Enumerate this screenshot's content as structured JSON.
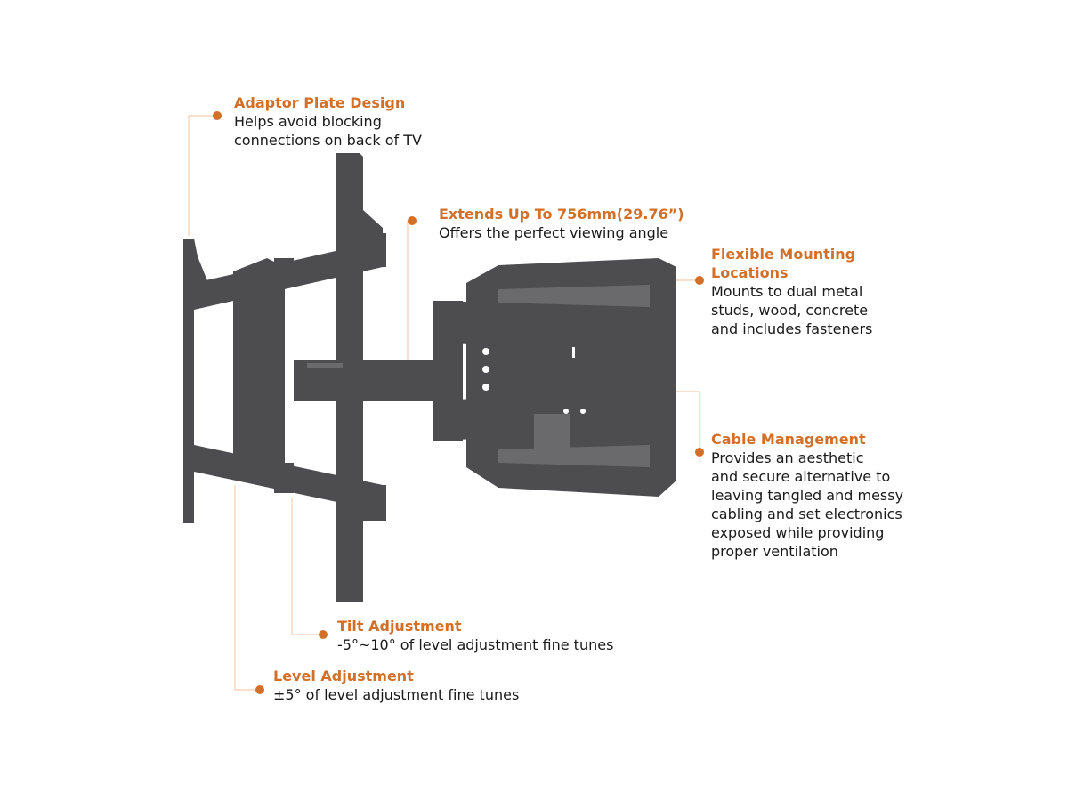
{
  "accent_color": "#d2702a",
  "callouts": [
    {
      "title": "Adaptor Plate Design",
      "desc": "Helps avoid blocking\nconnections on back of TV"
    },
    {
      "title": "Extends Up To 756mm(29.76”)",
      "desc": "Offers the perfect viewing angle"
    },
    {
      "title": "Flexible Mounting\nLocations",
      "desc": "Mounts to dual metal\nstuds, wood, concrete\nand includes fasteners"
    },
    {
      "title": "Cable Management",
      "desc": "Provides an aesthetic\nand secure alternative to\nleaving tangled and messy\ncabling and set electronics\nexposed while providing\nproper ventilation"
    },
    {
      "title": "Tilt Adjustment",
      "desc": "-5°~10° of level adjustment fine tunes"
    },
    {
      "title": "Level Adjustment",
      "desc": "±5° of level adjustment fine tunes"
    }
  ]
}
